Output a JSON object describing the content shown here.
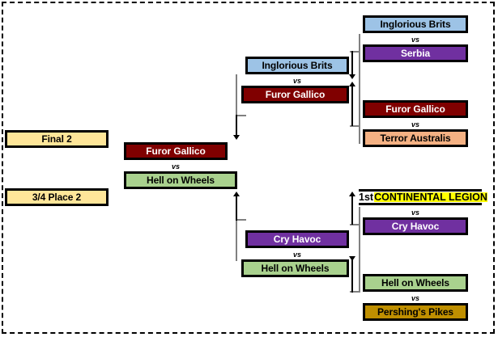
{
  "figure": {
    "type": "tournament-bracket",
    "selection_border": true,
    "vs_label": "vs"
  },
  "colors": {
    "light_blue": "#9dc3e6",
    "purple": "#7030a0",
    "dark_red": "#800000",
    "peach": "#f4b183",
    "light_green": "#a9d18e",
    "gold": "#bf8f00",
    "pale_yellow": "#ffe699",
    "highlight_yellow": "#ffff00",
    "border": "#000000",
    "connector_gray": "#808080",
    "arrow_black": "#000000"
  },
  "left_column": {
    "items": [
      {
        "label": "Final 2",
        "fill": "#ffe699",
        "text_color": "#000000"
      },
      {
        "label": "3/4 Place 2",
        "fill": "#ffe699",
        "text_color": "#000000"
      }
    ]
  },
  "final_match": {
    "top": {
      "label": "Furor Gallico",
      "fill": "#800000",
      "text_color": "#ffffff"
    },
    "bottom": {
      "label": "Hell on Wheels",
      "fill": "#a9d18e",
      "text_color": "#000000"
    },
    "vs": "vs"
  },
  "semifinals": [
    {
      "top": {
        "label": "Inglorious Brits",
        "fill": "#9dc3e6",
        "text_color": "#000000"
      },
      "bottom": {
        "label": "Furor Gallico",
        "fill": "#800000",
        "text_color": "#ffffff"
      },
      "vs": "vs"
    },
    {
      "top": {
        "label": "Cry Havoc",
        "fill": "#7030a0",
        "text_color": "#ffffff"
      },
      "bottom": {
        "label": "Hell on Wheels",
        "fill": "#a9d18e",
        "text_color": "#000000"
      },
      "vs": "vs"
    }
  ],
  "quarterfinals": [
    {
      "top": {
        "label": "Inglorious Brits",
        "fill": "#9dc3e6",
        "text_color": "#000000"
      },
      "bottom": {
        "label": "Serbia",
        "fill": "#7030a0",
        "text_color": "#ffffff"
      },
      "vs": "vs"
    },
    {
      "top": {
        "label": "Furor Gallico",
        "fill": "#800000",
        "text_color": "#ffffff"
      },
      "bottom": {
        "label": "Terror Australis",
        "fill": "#f4b183",
        "text_color": "#000000"
      },
      "vs": "vs"
    },
    {
      "top": {
        "seed": "1st",
        "label": "CONTINENTAL LEGION",
        "style": "highlight",
        "fill": "#ffff00",
        "text_color": "#000000"
      },
      "bottom": {
        "label": "Cry Havoc",
        "fill": "#7030a0",
        "text_color": "#ffffff"
      },
      "vs": "vs"
    },
    {
      "top": {
        "label": "Hell on Wheels",
        "fill": "#a9d18e",
        "text_color": "#000000"
      },
      "bottom": {
        "label": "Pershing's Pikes",
        "fill": "#bf8f00",
        "text_color": "#000000"
      },
      "vs": "vs"
    }
  ]
}
